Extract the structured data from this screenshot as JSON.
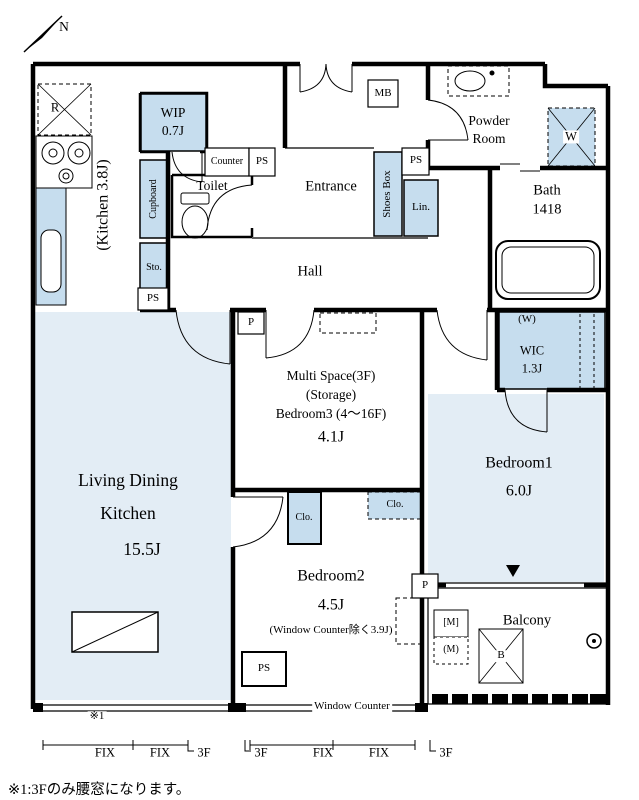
{
  "colors": {
    "wall": "#000000",
    "storage_fill": "#c6ddee",
    "floor_fill": "#e3edf5"
  },
  "compass": {
    "label": "N"
  },
  "rooms": {
    "kitchen": {
      "label": "(Kitchen 3.8J)"
    },
    "refrigerator": {
      "label": "R"
    },
    "wip": {
      "line1": "WIP",
      "line2": "0.7J"
    },
    "counter": {
      "label": "Counter"
    },
    "toilet": {
      "label": "Toilet"
    },
    "entrance": {
      "label": "Entrance"
    },
    "shoes_box": {
      "label": "Shoes Box"
    },
    "lin": {
      "label": "Lin."
    },
    "mb": {
      "label": "MB"
    },
    "powder_room": {
      "line1": "Powder",
      "line2": "Room"
    },
    "washer": {
      "label": "W"
    },
    "bath": {
      "line1": "Bath",
      "line2": "1418"
    },
    "cupboard": {
      "label": "Cupboard"
    },
    "sto": {
      "label": "Sto."
    },
    "hall": {
      "label": "Hall"
    },
    "wic": {
      "w_label": "(W)",
      "line1": "WIC",
      "line2": "1.3J"
    },
    "multi": {
      "line1": "Multi Space(3F)",
      "line2": "(Storage)",
      "line3": "Bedroom3 (4〜16F)",
      "line4": "4.1J"
    },
    "bedroom1": {
      "line1": "Bedroom1",
      "line2": "6.0J"
    },
    "ldk": {
      "line1": "Living Dining",
      "line2": "Kitchen",
      "line3": "15.5J"
    },
    "bedroom2": {
      "line1": "Bedroom2",
      "line2": "4.5J",
      "line3": "(Window Counter除く3.9J)"
    },
    "clo1": {
      "label": "Clo."
    },
    "clo2": {
      "label": "Clo."
    },
    "balcony": {
      "label": "Balcony"
    },
    "meter": {
      "line1": "[M]",
      "line2": "(M)"
    },
    "b_storage": {
      "label": "B"
    },
    "window_counter": {
      "label": "Window Counter"
    }
  },
  "ps_labels": {
    "a": "PS",
    "b": "PS",
    "c": "PS",
    "d": "PS"
  },
  "p_labels": {
    "a": "P",
    "b": "P"
  },
  "windows": {
    "w1": "FIX",
    "w2": "FIX",
    "w3": "3F",
    "w4": "3F",
    "w5": "FIX",
    "w6": "FIX",
    "w7": "3F"
  },
  "notes": {
    "ref": "※1",
    "footnote": "※1:3Fのみ腰窓になります。"
  }
}
